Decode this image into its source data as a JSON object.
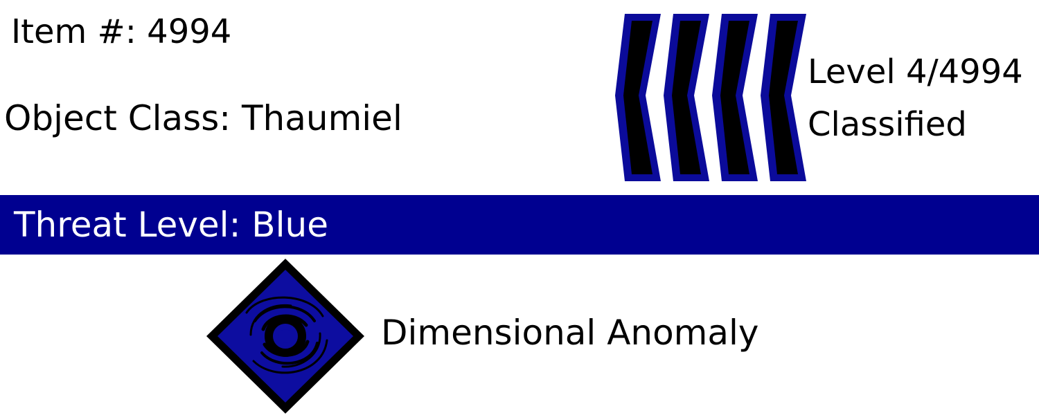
{
  "header": {
    "item_number": "Item #: 4994",
    "object_class": "Object Class: Thaumiel"
  },
  "clearance": {
    "level": "Level 4/4994",
    "status": "Classified",
    "icon": "chevron-icon",
    "chevron_count": 4,
    "chevron_color": "#0b0b9a"
  },
  "threat": {
    "label": "Threat Level: Blue",
    "bar_color": "#000090",
    "text_color": "#ffffff"
  },
  "disruption": {
    "label": "Dimensional Anomaly",
    "icon": "vortex-icon",
    "fill_color": "#0d0da0"
  }
}
